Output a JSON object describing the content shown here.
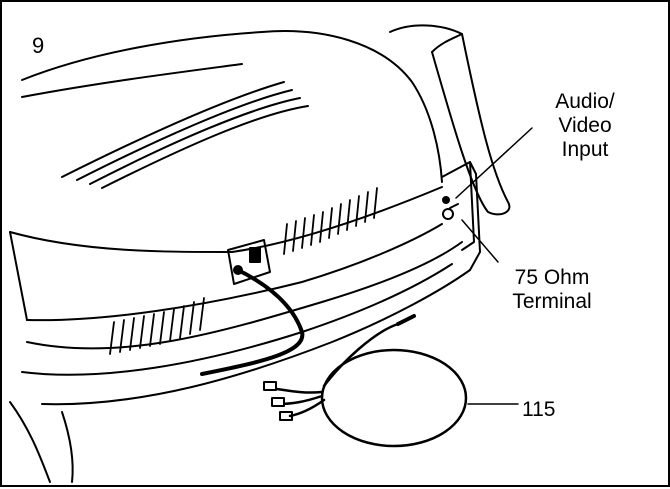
{
  "step_number": "9",
  "callouts": {
    "audio_video_input": [
      "Audio/",
      "Video",
      "Input"
    ],
    "ohm_terminal": [
      "75 Ohm",
      "Terminal"
    ],
    "part_number": "115"
  }
}
